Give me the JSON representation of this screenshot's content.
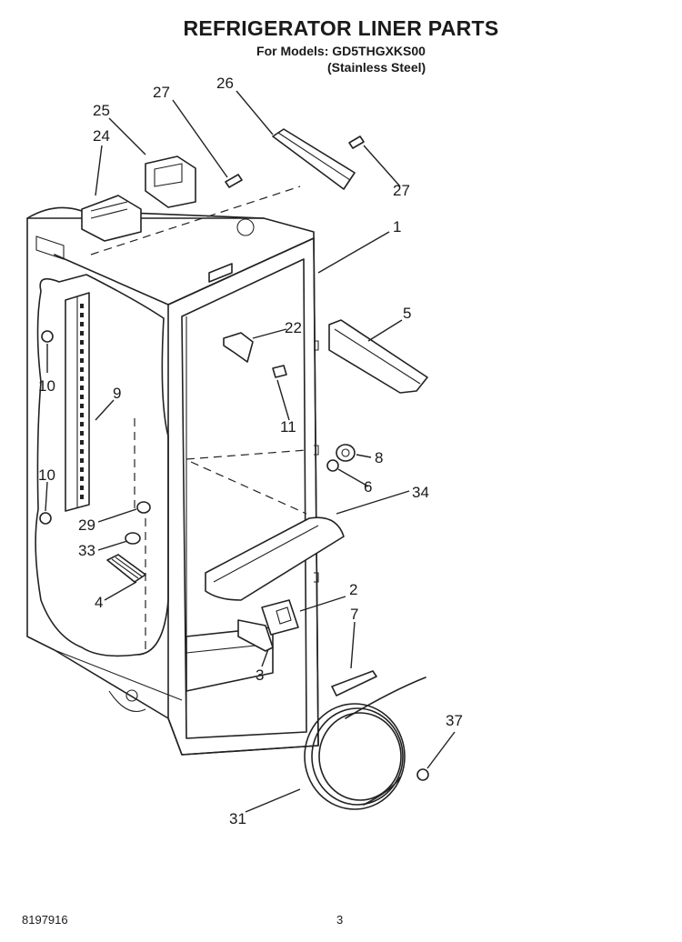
{
  "header": {
    "title": "REFRIGERATOR LINER PARTS",
    "models_line": "For Models: GD5THGXKS00",
    "finish_line": "(Stainless Steel)"
  },
  "footer": {
    "doc_number": "8197916",
    "page_number": "3"
  },
  "callouts": [
    {
      "id": "c25",
      "label": "25"
    },
    {
      "id": "c24",
      "label": "24"
    },
    {
      "id": "c27a",
      "label": "27"
    },
    {
      "id": "c26",
      "label": "26"
    },
    {
      "id": "c27b",
      "label": "27"
    },
    {
      "id": "c1",
      "label": "1"
    },
    {
      "id": "c22",
      "label": "22"
    },
    {
      "id": "c5",
      "label": "5"
    },
    {
      "id": "c10a",
      "label": "10"
    },
    {
      "id": "c9",
      "label": "9"
    },
    {
      "id": "c11",
      "label": "11"
    },
    {
      "id": "c8",
      "label": "8"
    },
    {
      "id": "c6",
      "label": "6"
    },
    {
      "id": "c10b",
      "label": "10"
    },
    {
      "id": "c34",
      "label": "34"
    },
    {
      "id": "c29",
      "label": "29"
    },
    {
      "id": "c33",
      "label": "33"
    },
    {
      "id": "c2",
      "label": "2"
    },
    {
      "id": "c4",
      "label": "4"
    },
    {
      "id": "c7",
      "label": "7"
    },
    {
      "id": "c3",
      "label": "3"
    },
    {
      "id": "c37",
      "label": "37"
    },
    {
      "id": "c31",
      "label": "31"
    }
  ]
}
